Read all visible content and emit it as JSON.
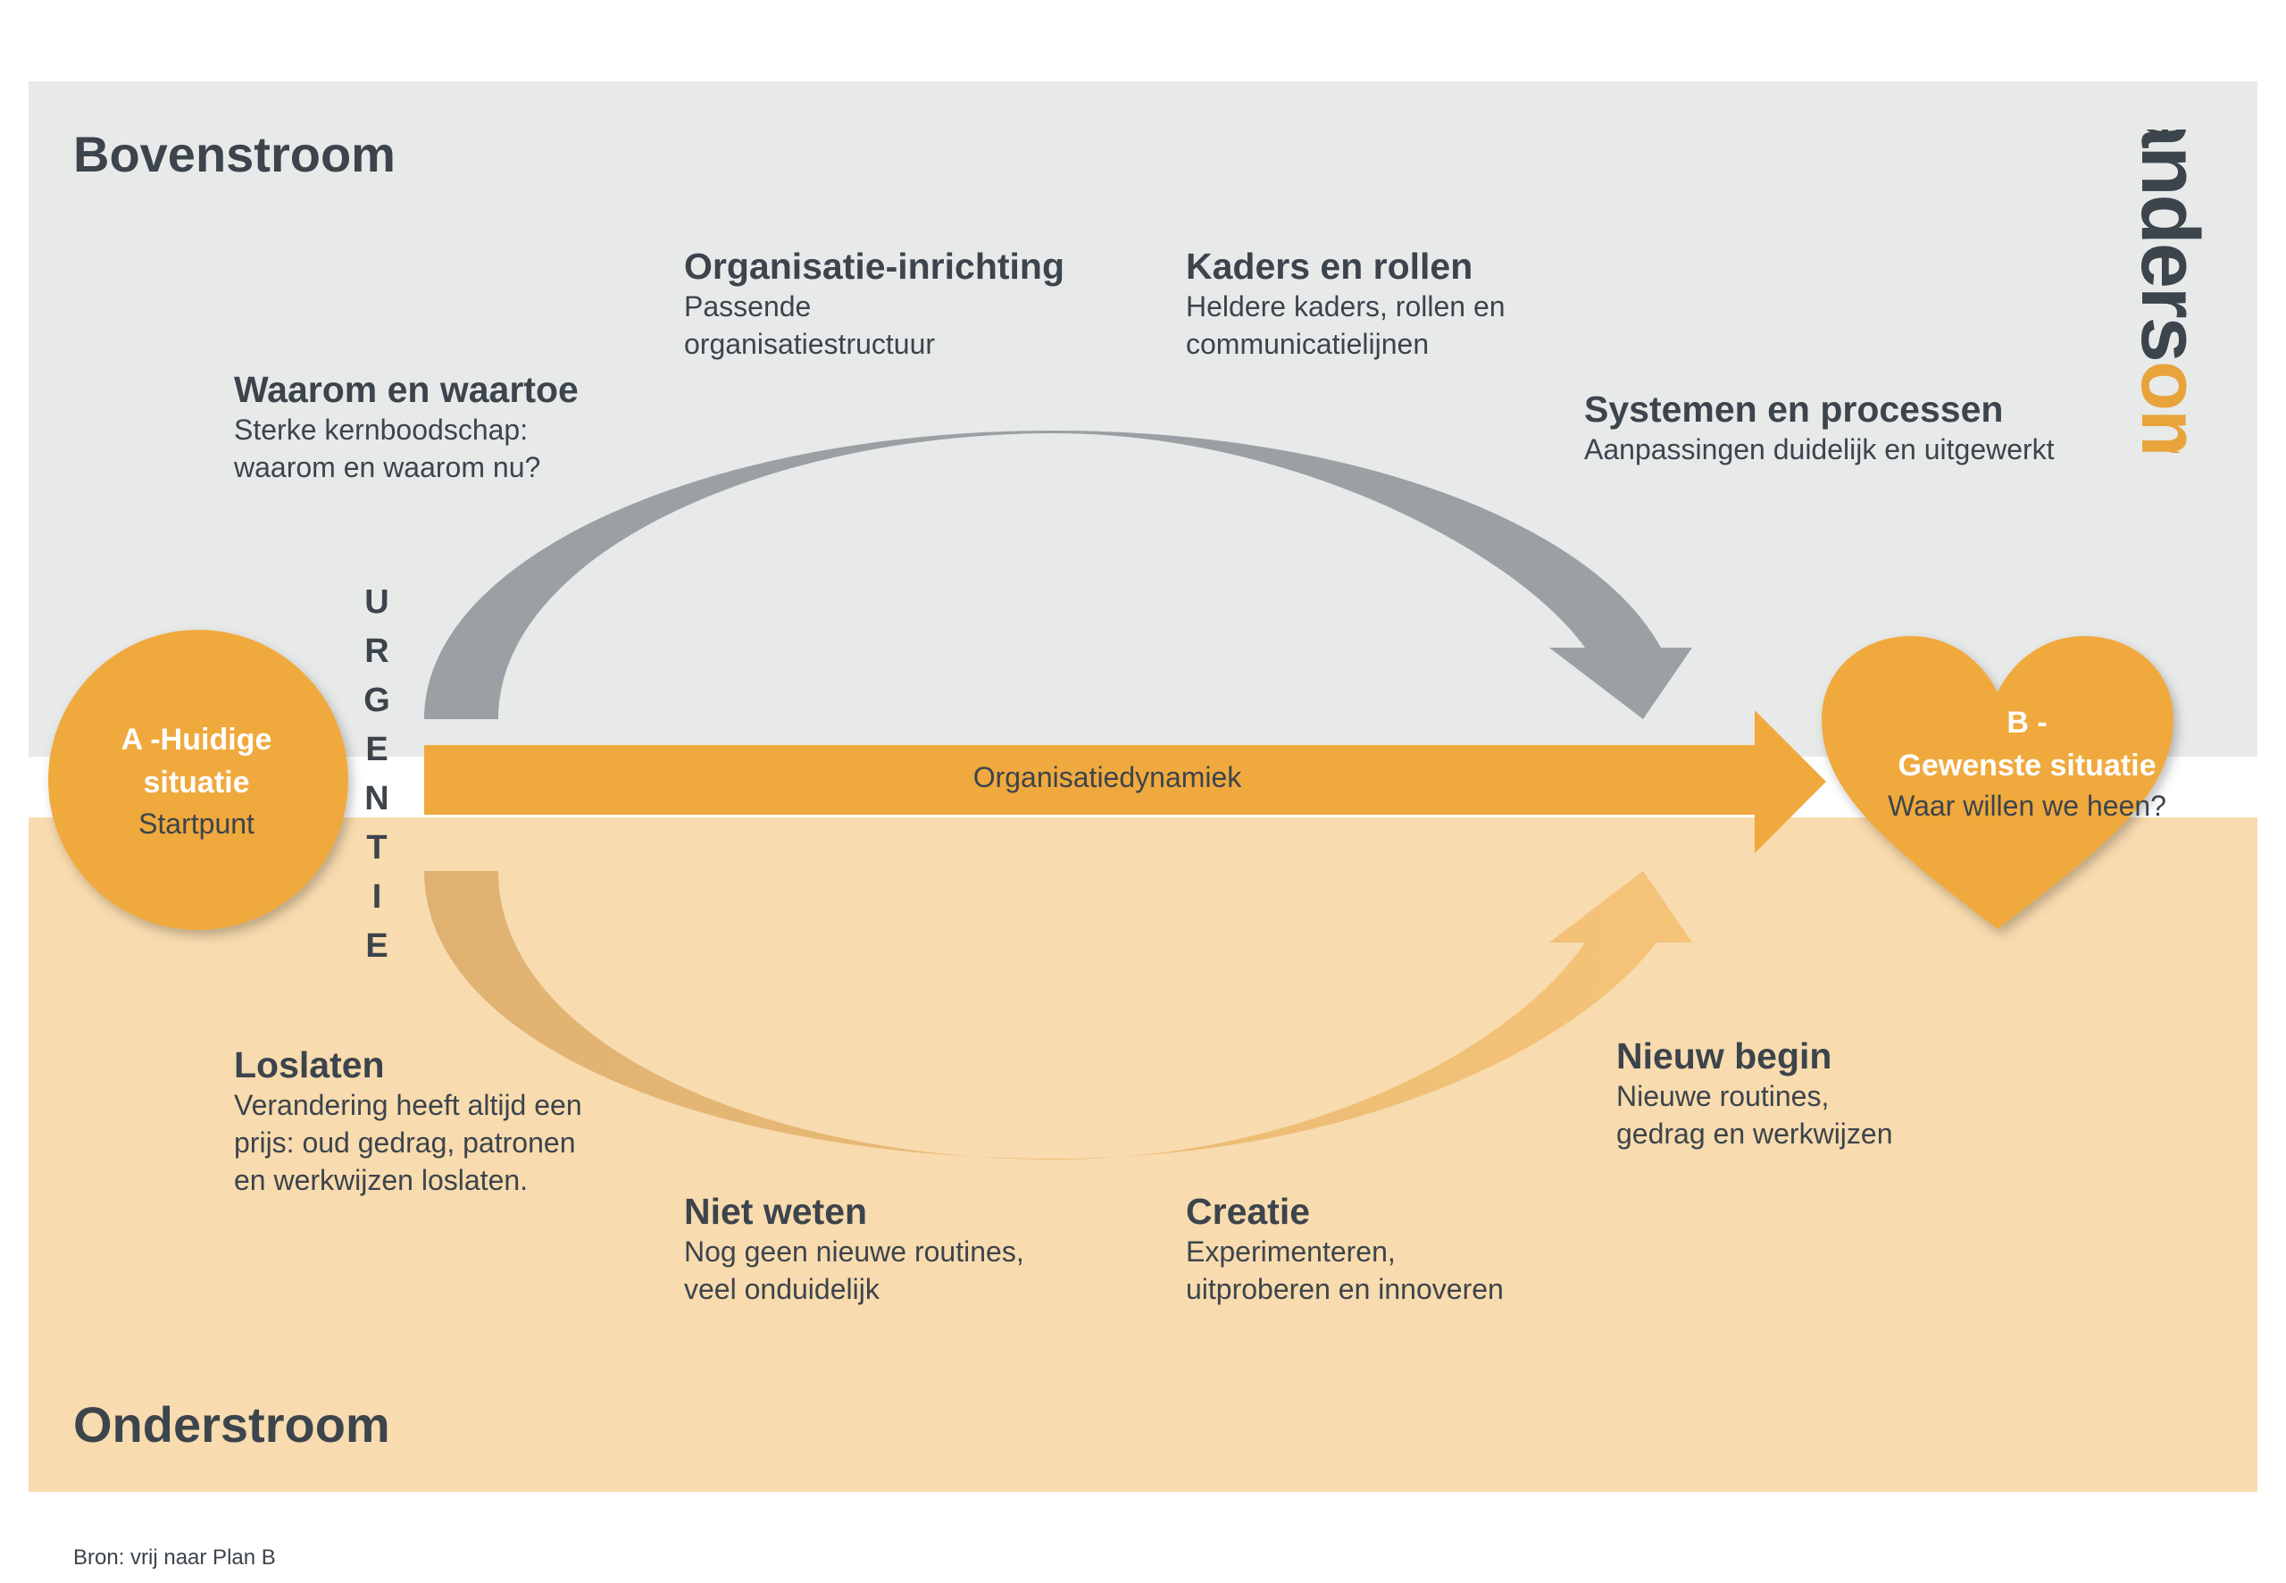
{
  "zones": {
    "top": "Bovenstroom",
    "bottom": "Onderstroom"
  },
  "logo": {
    "text": "andersom",
    "colors": {
      "main": "#3c444c",
      "accent": "#e8a33a"
    }
  },
  "urgency": [
    "U",
    "R",
    "G",
    "E",
    "N",
    "T",
    "I",
    "E"
  ],
  "start": {
    "title": "A -Huidige\nsituatie",
    "subtitle": "Startpunt"
  },
  "goal": {
    "title": "B -\nGewenste situatie",
    "subtitle": "Waar willen we heen?"
  },
  "main_arrow": {
    "label": "Organisatiedynamiek"
  },
  "top_blocks": [
    {
      "heading": "Waarom en waartoe",
      "text": "Sterke kernboodschap:\nwaarom en waarom nu?"
    },
    {
      "heading": "Organisatie-inrichting",
      "text": "Passende\norganisatiestructuur"
    },
    {
      "heading": "Kaders en rollen",
      "text": "Heldere kaders, rollen en\ncommunicatielijnen"
    },
    {
      "heading": "Systemen en processen",
      "text": "Aanpassingen duidelijk en uitgewerkt"
    }
  ],
  "bottom_blocks": [
    {
      "heading": "Loslaten",
      "text": "Verandering heeft altijd een\nprijs: oud gedrag, patronen\nen werkwijzen loslaten."
    },
    {
      "heading": "Niet weten",
      "text": "Nog geen nieuwe routines,\nveel onduidelijk"
    },
    {
      "heading": "Creatie",
      "text": "Experimenteren,\nuitproberen en innoveren"
    },
    {
      "heading": "Nieuw begin",
      "text": "Nieuwe routines,\ngedrag en werkwijzen"
    }
  ],
  "source": "Bron: vrij naar Plan B",
  "colors": {
    "orange": "#f0a93e",
    "grey_arrow": "#9aa0a3",
    "band_top": "#e8eaea",
    "band_bottom": "#f8dbae",
    "text": "#3c444c"
  }
}
